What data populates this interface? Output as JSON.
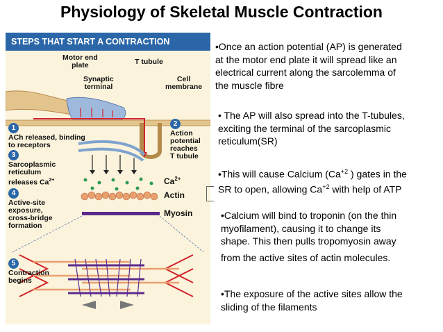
{
  "title": "Physiology of Skeletal Muscle Contraction",
  "figure": {
    "header": "STEPS THAT START A CONTRACTION",
    "labels": {
      "motor_end_plate": [
        "Motor end",
        "plate"
      ],
      "t_tubule": "T tubule",
      "synaptic_terminal": [
        "Synaptic",
        "terminal"
      ],
      "cell_membrane": [
        "Cell",
        "membrane"
      ],
      "ca": "Ca",
      "ca_charge": "2+",
      "actin": "Actin",
      "myosin": "Myosin"
    },
    "steps": [
      {
        "number": "1",
        "lines": [
          "ACh released, binding",
          "to receptors"
        ]
      },
      {
        "number": "2",
        "lines": [
          "Action",
          "potential",
          "reaches",
          "T tubule"
        ]
      },
      {
        "number": "3",
        "lines": [
          "Sarcoplasmic",
          "reticulum",
          "releases Ca"
        ],
        "sup": "2+"
      },
      {
        "number": "4",
        "lines": [
          "Active-site",
          "exposure,",
          "cross-bridge",
          "formation"
        ]
      },
      {
        "number": "5",
        "lines": [
          "Contraction",
          "begins"
        ]
      }
    ]
  },
  "bullets": {
    "b1": [
      "•Once an action potential (AP) is generated",
      "at the motor end plate it will spread like an",
      "electrical current along the sarcolemma of",
      "the muscle fibre"
    ],
    "b2": [
      "•  The AP will also spread into the T-tubules,",
      "exciting the terminal of the sarcoplasmic",
      "reticulum(SR)"
    ],
    "b3": {
      "l1_a": "•This will cause Calcium (Ca",
      "l1_sup": "+2",
      "l1_b": " ) gates in the",
      "l2_a": "SR to open, allowing Ca",
      "l2_sup": "+2",
      "l2_b": " with help of ATP"
    },
    "b4": [
      "•Calcium will bind to troponin (on the thin",
      "myofilament), causing it to change its",
      "shape. This then pulls tropomyosin away",
      "from the active sites of actin molecules."
    ],
    "b5": [
      "•The exposure of the active sites allow the",
      "sliding of the filaments"
    ]
  },
  "colors": {
    "header_blue": "#2b67a8",
    "figure_bg": "#fbf3dc",
    "membrane_tan": "#e3c48d",
    "terminal_blue": "#9fb9dd",
    "sr_blue": "#7fa3cf",
    "calcium_green": "#2e9a5a",
    "actin_orange": "#e9a070",
    "myosin_purple": "#5b2b8c",
    "action_potential_red": "#d2232a"
  }
}
